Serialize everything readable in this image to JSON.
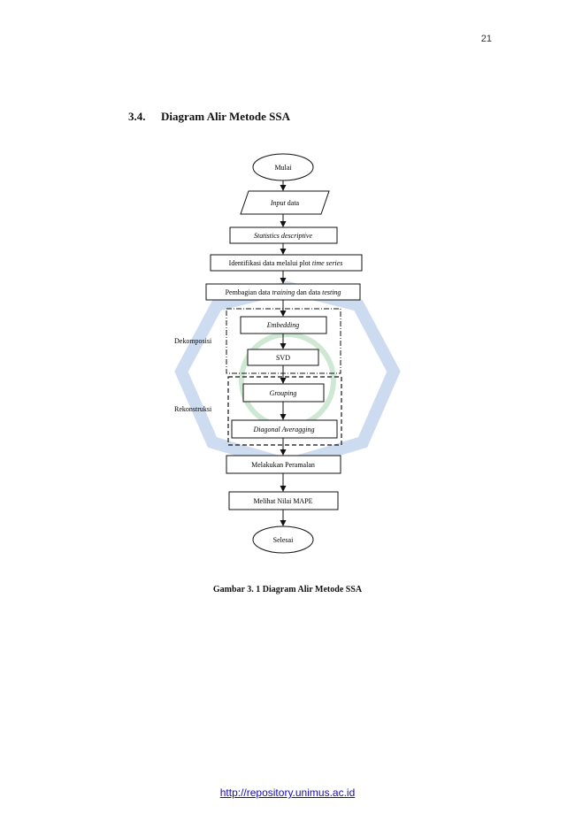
{
  "page": {
    "number": "21",
    "section": {
      "number": "3.4.",
      "title": "Diagram Alir  Metode SSA"
    },
    "caption": "Gambar 3. 1 Diagram Alir Metode SSA",
    "footer_link": "http://repository.unimus.ac.id"
  },
  "flowchart": {
    "start": "Mulai",
    "input": {
      "italic": "Input",
      "rest": " data"
    },
    "statistics": "Statistics descriptive",
    "identify": {
      "text": "Identifikasi data melalui plot ",
      "italic": "time series"
    },
    "split": {
      "t1": "Pembagian data ",
      "i1": "training",
      "t2": " dan data ",
      "i2": "testing"
    },
    "embedding": "Embedding",
    "svd": "SVD",
    "grouping": "Grouping",
    "diagonal": "Diagonal Averagging",
    "forecast": "Melakukan Peramalan",
    "mape": "Melihat Nilai MAPE",
    "end": "Selesai",
    "label_decomposition": "Dekomposisi",
    "label_reconstruction": "Rekonstruksi"
  }
}
